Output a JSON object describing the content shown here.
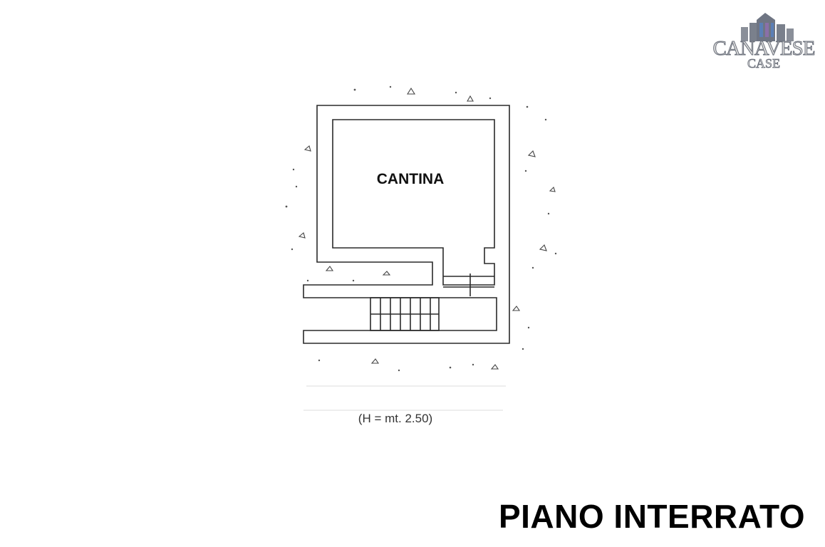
{
  "logo": {
    "name": "CANAVESE",
    "subtitle": "CASE"
  },
  "floor_plan": {
    "room_label": "CANTINA",
    "height_note": "(H = mt. 2.50)",
    "floor_title": "PIANO INTERRATO"
  },
  "colors": {
    "wall_line": "#2a2a2a",
    "text": "#111111",
    "logo_grey": "#7a808c",
    "logo_blue": "#5b7fb6",
    "logo_purple": "#8a6fa8"
  }
}
